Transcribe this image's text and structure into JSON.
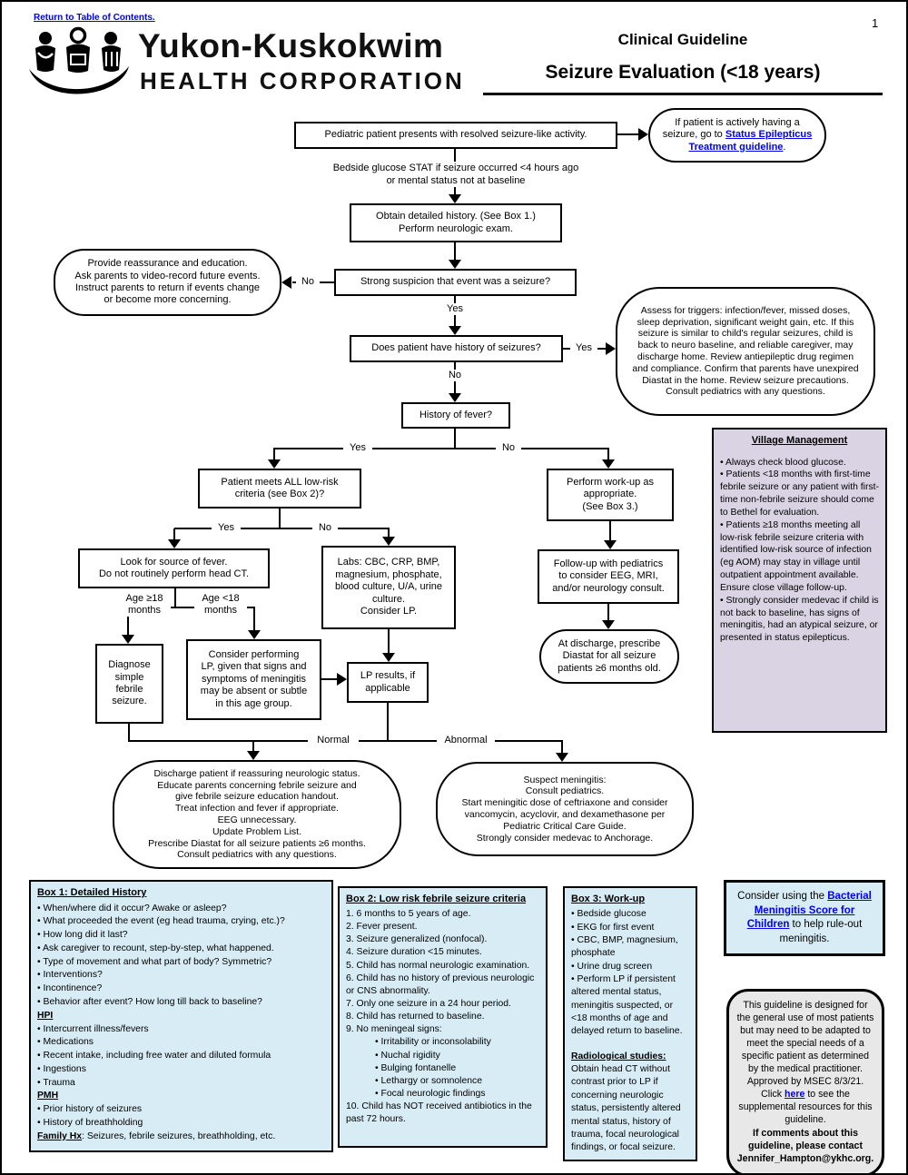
{
  "page": {
    "number": "1",
    "return_link": "Return to Table of Contents."
  },
  "brand": {
    "line1": "Yukon-Kuskokwim",
    "line2": "HEALTH CORPORATION"
  },
  "header": {
    "kicker": "Clinical Guideline",
    "title": "Seizure Evaluation (<18 years)"
  },
  "colors": {
    "panel_blue": "#d7ecf5",
    "village_purple": "#d9d3e4",
    "note_gray": "#e8e8e8",
    "link_blue": "#0000EE",
    "line_black": "#000000"
  },
  "flow": {
    "start": "Pediatric patient presents with resolved seizure-like activity.",
    "active_seizure": {
      "before": "If patient is actively having a seizure, go to ",
      "link": "Status Epilepticus Treatment guideline",
      "after": "."
    },
    "glucose_note": "Bedside glucose STAT if seizure occurred <4 hours ago\nor mental status not at baseline",
    "obtain_history": "Obtain detailed history. (See Box 1.)\nPerform neurologic exam.",
    "suspicion": "Strong suspicion that event was a seizure?",
    "reassure": "Provide reassurance and education.\nAsk parents to video-record future events.\nInstruct parents to return if events change\nor become more concerning.",
    "history_seizures": "Does patient have history of seizures?",
    "assess_triggers": "Assess for triggers: infection/fever, missed doses, sleep deprivation, significant weight gain, etc. If this seizure is similar to child's regular seizures, child is back to neuro baseline, and reliable caregiver, may discharge home. Review antiepileptic drug regimen and compliance. Confirm that parents have unexpired Diastat in the home. Review seizure precautions. Consult pediatrics with any questions.",
    "history_fever": "History of fever?",
    "low_risk": "Patient meets ALL low-risk\ncriteria (see Box 2)?",
    "workup": "Perform work-up as\nappropriate.\n(See Box 3.)",
    "source_fever": "Look for source of fever.\nDo not routinely perform head CT.",
    "labs": "Labs: CBC, CRP, BMP,\nmagnesium, phosphate,\nblood culture, U/A, urine\nculture.\nConsider LP.",
    "followup": "Follow-up with pediatrics\nto consider EEG, MRI,\nand/or neurology consult.",
    "age_ge18": "Age ≥18\nmonths",
    "age_lt18": "Age <18\nmonths",
    "diagnose": "Diagnose\nsimple\nfebrile\nseizure.",
    "consider_lp": "Consider performing\nLP, given that signs and\nsymptoms of meningitis\nmay be absent or subtle\nin this age group.",
    "lp_results": "LP results, if\napplicable",
    "discharge_diastat": "At discharge, prescribe\nDiastat for all seizure\npatients ≥6 months old.",
    "discharge": "Discharge patient if reassuring neurologic status.\nEducate parents concerning febrile seizure and\ngive febrile seizure education handout.\nTreat infection and fever if appropriate.\nEEG unnecessary.\nUpdate Problem List.\nPrescribe Diastat for all seizure patients ≥6 months.\nConsult pediatrics with any questions.",
    "meningitis": "Suspect meningitis:\nConsult pediatrics.\nStart meningitic dose of ceftriaxone and consider\nvancomycin, acyclovir, and dexamethasone per\nPediatric Critical Care Guide.\nStrongly consider medevac to Anchorage.",
    "labels": {
      "yes": "Yes",
      "no": "No",
      "normal": "Normal",
      "abnormal": "Abnormal"
    }
  },
  "village": {
    "title": "Village Management",
    "items": [
      "• Always check blood glucose.",
      "• Patients <18 months with first-time febrile seizure or any patient with first-time non-febrile seizure should come to Bethel for evaluation.",
      "• Patients ≥18 months meeting all low-risk febrile seizure criteria with identified low-risk source of infection (eg AOM) may stay in village until outpatient appointment available. Ensure close village follow-up.",
      "• Strongly consider medevac if child is not back to baseline, has signs of meningitis, had an atypical seizure, or presented in status epilepticus."
    ]
  },
  "box1": {
    "title": "Box 1: Detailed History",
    "items": [
      "• When/where did it occur? Awake or asleep?",
      "• What proceeded the event (eg head trauma, crying, etc.)?",
      "• How long did it last?",
      "• Ask caregiver to recount, step-by-step, what happened.",
      "• Type of movement and what part of body? Symmetric?",
      "• Interventions?",
      "• Incontinence?",
      "• Behavior after event? How long till back to baseline?",
      {
        "text": "HPI",
        "kind": "hdr"
      },
      "• Intercurrent illness/fevers",
      "• Medications",
      "• Recent intake, including free water and diluted formula",
      "• Ingestions",
      "• Trauma",
      {
        "text": "PMH",
        "kind": "hdr"
      },
      "• Prior history of seizures",
      "• History of breathholding",
      {
        "lead": "Family Hx",
        "text": ": Seizures, febrile seizures, breathholding, etc."
      }
    ]
  },
  "box2": {
    "title": "Box 2: Low risk febrile seizure criteria",
    "items": [
      "1. 6 months to 5 years of age.",
      "2. Fever present.",
      "3. Seizure generalized (nonfocal).",
      "4. Seizure duration <15 minutes.",
      "5. Child has normal neurologic examination.",
      "6. Child has no history of previous neurologic or CNS abnormality.",
      "7. Only one seizure in a 24 hour period.",
      "8. Child has returned to baseline.",
      "9. No meningeal signs:",
      {
        "text": "• Irritability or inconsolability",
        "kind": "sub"
      },
      {
        "text": "• Nuchal rigidity",
        "kind": "sub"
      },
      {
        "text": "• Bulging fontanelle",
        "kind": "sub"
      },
      {
        "text": "• Lethargy or somnolence",
        "kind": "sub"
      },
      {
        "text": "• Focal neurologic findings",
        "kind": "sub"
      },
      "10. Child has NOT received antibiotics in the past 72 hours."
    ]
  },
  "box3": {
    "title": "Box 3: Work-up",
    "items": [
      "• Bedside glucose",
      "• EKG for first event",
      "• CBC, BMP, magnesium, phosphate",
      "• Urine drug screen",
      "• Perform LP if persistent altered mental status, meningitis suspected, or <18 months of age and delayed return to baseline.",
      {
        "text": "Radiological studies:",
        "kind": "hdr2"
      },
      "Obtain head CT without contrast prior to LP if concerning neurologic status, persistently altered mental status, history of trauma, focal neurological findings, or focal seizure."
    ]
  },
  "bms": {
    "before": "Consider using the ",
    "link": "Bacterial Meningitis Score for Children",
    "after": " to help rule-out meningitis."
  },
  "note": {
    "p1": "This guideline is designed for the general use of most patients but may need to be adapted to meet the special needs of a specific patient as determined by the medical practitioner. Approved by MSEC 8/3/21. Click ",
    "link": "here",
    "p2": " to see the supplemental resources for this guideline.",
    "bold": "If comments about this guideline, please contact Jennifer_Hampton@ykhc.org."
  }
}
